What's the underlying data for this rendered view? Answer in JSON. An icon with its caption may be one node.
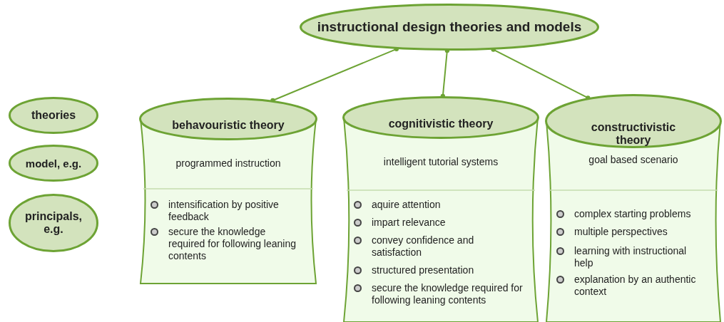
{
  "diagram": {
    "nodes": [
      {
        "text": [
          "instructional design theories and models"
        ]
      },
      {
        "text": [
          "theories"
        ]
      },
      {
        "text": [
          "model, e.g."
        ]
      },
      {
        "text": [
          "principals, e.g."
        ]
      },
      {
        "text": [
          "behavouristic theory",
          "programmed instruction",
          "intensification by positive feedback",
          "secure the knowledge required for following leaning contents"
        ]
      },
      {
        "text": [
          "cognitivistic theory",
          "intelligent tutorial systems",
          "aquire attention",
          "impart relevance",
          "convey confidence and satisfaction",
          "structured presentation",
          "secure the knowledge required for following leaning contents"
        ]
      },
      {
        "text": [
          "constructivistic theory",
          "goal based scenario",
          "complex starting problems",
          "multiple perspectives",
          "learning with instructional help",
          "explanation by an authentic context"
        ]
      }
    ],
    "edges": [
      {
        "from": 0,
        "to": 4,
        "arrow": "other"
      },
      {
        "from": 0,
        "to": 5,
        "arrow": "other"
      },
      {
        "from": 0,
        "to": 6,
        "arrow": "other"
      }
    ]
  }
}
